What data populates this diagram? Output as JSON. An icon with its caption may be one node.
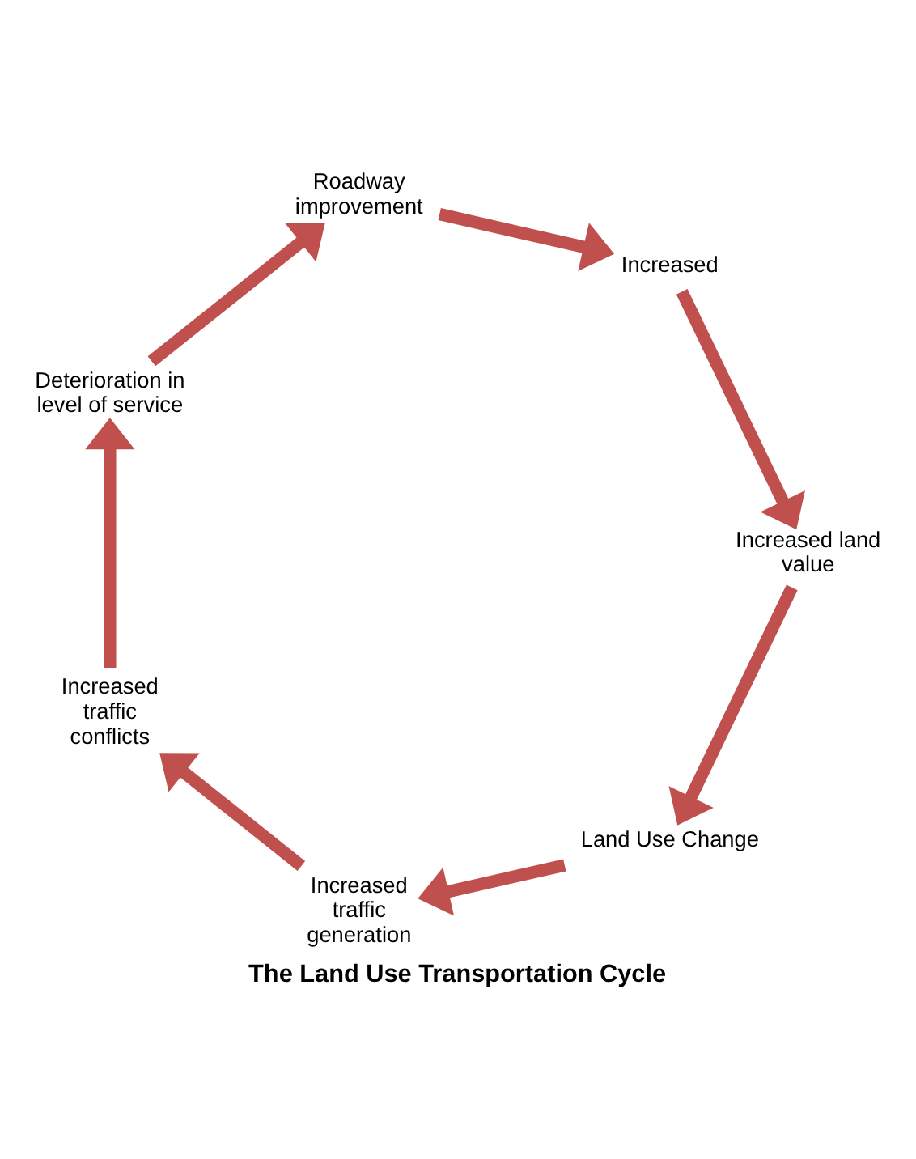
{
  "diagram": {
    "title": "The Land Use Transportation Cycle",
    "nodes": [
      {
        "text": [
          "Land Use Change"
        ]
      },
      {
        "text": [
          "Increased traffic generation"
        ]
      },
      {
        "text": [
          "Increased traffic conflicts"
        ]
      },
      {
        "text": [
          "Deterioration in level of service"
        ]
      },
      {
        "text": [
          "Roadway improvement"
        ]
      },
      {
        "text": [
          "Increased"
        ]
      },
      {
        "text": [
          "Increased land value"
        ]
      }
    ],
    "edges": [
      {
        "from": 0,
        "to": 1,
        "arrow": "to"
      },
      {
        "from": 1,
        "to": 2,
        "arrow": "to"
      },
      {
        "from": 2,
        "to": 3,
        "arrow": "to"
      },
      {
        "from": 3,
        "to": 4,
        "arrow": "to"
      },
      {
        "from": 4,
        "to": 5,
        "arrow": "to"
      },
      {
        "from": 5,
        "to": 6,
        "arrow": "to"
      },
      {
        "from": 6,
        "to": 0,
        "arrow": "to"
      }
    ]
  }
}
